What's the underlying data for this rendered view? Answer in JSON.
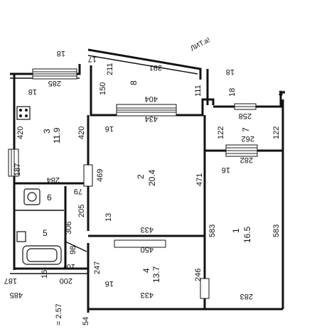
{
  "plan": {
    "lit_label": "ЛИТ.а!",
    "rooms": [
      {
        "no": "1",
        "area": "16.5"
      },
      {
        "no": "2",
        "area": "20.4"
      },
      {
        "no": "3",
        "area": "11.9"
      },
      {
        "no": "4",
        "area": "13.7"
      },
      {
        "no": "5",
        "area": ""
      },
      {
        "no": "6",
        "area": ""
      },
      {
        "no": "7",
        "area": ""
      },
      {
        "no": "8",
        "area": ""
      }
    ],
    "dims": {
      "top_18": "18",
      "top_17": "17",
      "top_211": "211",
      "top_391": "391",
      "right_18": "18",
      "right_111": "111",
      "r3_285": "285",
      "r3_18": "18",
      "r3_150": "150",
      "c_404": "404",
      "c_434": "434",
      "r3_420a": "420",
      "r3_420b": "420",
      "c_16": "16",
      "r7_18": "18",
      "r7_258": "258",
      "r7_122a": "122",
      "r7_122b": "122",
      "r7_262": "262",
      "r7_282": "282",
      "r1_16": "16",
      "r3_187": "187",
      "r3_284": "284",
      "r2_469": "469",
      "r2_471": "471",
      "r9_79": "79",
      "r5_205": "205",
      "r5_13": "13",
      "r5_306": "306",
      "r2_433": "433",
      "r2_450": "450",
      "r1_583a": "583",
      "r1_583b": "583",
      "r5_98": "98",
      "r5_107": "107",
      "r4_247": "247",
      "r4_246": "246",
      "b_187": "187",
      "b_16": "16",
      "b_200": "200",
      "b_16b": "16",
      "b_485": "485",
      "b_433": "433",
      "b_283": "283",
      "b_257": "= 2.57",
      "b_54": "54"
    },
    "corner_mark": "8'"
  }
}
